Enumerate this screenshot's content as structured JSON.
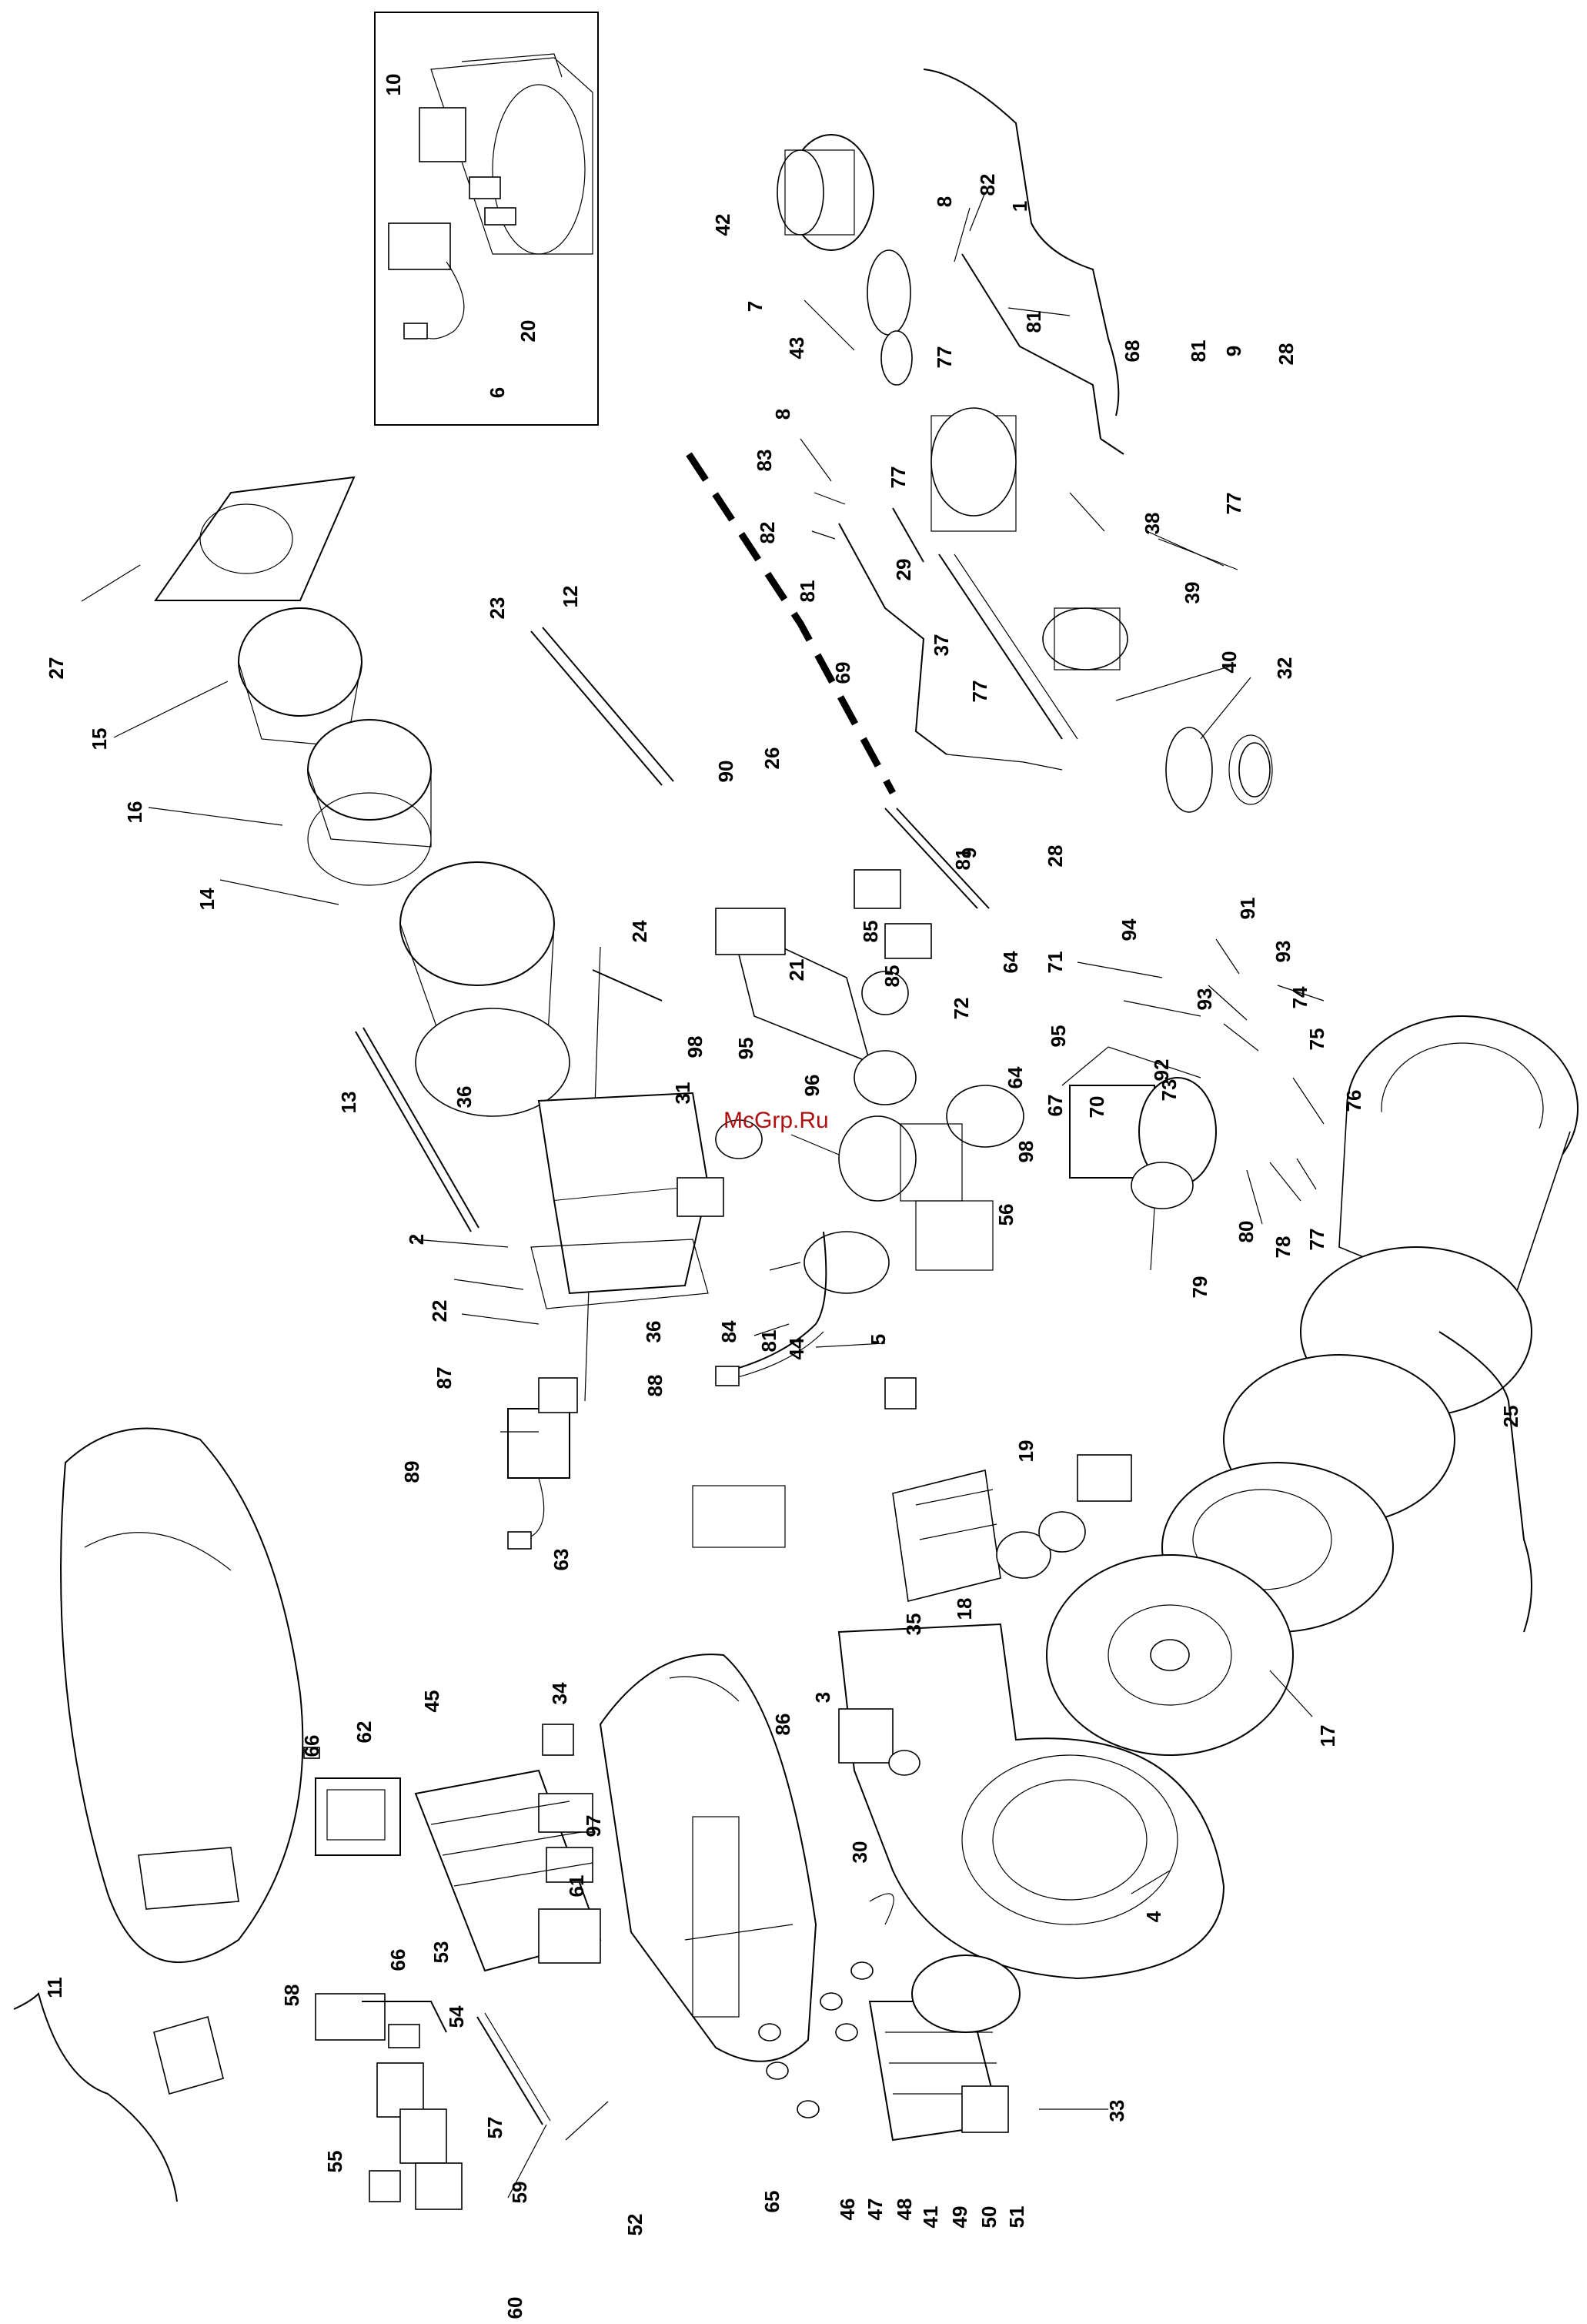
{
  "watermark": "McGrp.Ru",
  "labels": [
    {
      "id": "1",
      "text": "1"
    },
    {
      "id": "2",
      "text": "2"
    },
    {
      "id": "3",
      "text": "3"
    },
    {
      "id": "4",
      "text": "4"
    },
    {
      "id": "5",
      "text": "5"
    },
    {
      "id": "6",
      "text": "6"
    },
    {
      "id": "7",
      "text": "7"
    },
    {
      "id": "8a",
      "text": "8"
    },
    {
      "id": "8b",
      "text": "8"
    },
    {
      "id": "9a",
      "text": "9"
    },
    {
      "id": "9b",
      "text": "9"
    },
    {
      "id": "10",
      "text": "10"
    },
    {
      "id": "11",
      "text": "11"
    },
    {
      "id": "12",
      "text": "12"
    },
    {
      "id": "13",
      "text": "13"
    },
    {
      "id": "14",
      "text": "14"
    },
    {
      "id": "15",
      "text": "15"
    },
    {
      "id": "16",
      "text": "16"
    },
    {
      "id": "17",
      "text": "17"
    },
    {
      "id": "18",
      "text": "18"
    },
    {
      "id": "19",
      "text": "19"
    },
    {
      "id": "20",
      "text": "20"
    },
    {
      "id": "21",
      "text": "21"
    },
    {
      "id": "22",
      "text": "22"
    },
    {
      "id": "23",
      "text": "23"
    },
    {
      "id": "24",
      "text": "24"
    },
    {
      "id": "25",
      "text": "25"
    },
    {
      "id": "26",
      "text": "26"
    },
    {
      "id": "27",
      "text": "27"
    },
    {
      "id": "28a",
      "text": "28"
    },
    {
      "id": "28b",
      "text": "28"
    },
    {
      "id": "29",
      "text": "29"
    },
    {
      "id": "30",
      "text": "30"
    },
    {
      "id": "31",
      "text": "31"
    },
    {
      "id": "32",
      "text": "32"
    },
    {
      "id": "33",
      "text": "33"
    },
    {
      "id": "34",
      "text": "34"
    },
    {
      "id": "35",
      "text": "35"
    },
    {
      "id": "36a",
      "text": "36"
    },
    {
      "id": "36b",
      "text": "36"
    },
    {
      "id": "37",
      "text": "37"
    },
    {
      "id": "38",
      "text": "38"
    },
    {
      "id": "39",
      "text": "39"
    },
    {
      "id": "40",
      "text": "40"
    },
    {
      "id": "41",
      "text": "41"
    },
    {
      "id": "42",
      "text": "42"
    },
    {
      "id": "43",
      "text": "43"
    },
    {
      "id": "44",
      "text": "44"
    },
    {
      "id": "45",
      "text": "45"
    },
    {
      "id": "46",
      "text": "46"
    },
    {
      "id": "47",
      "text": "47"
    },
    {
      "id": "48",
      "text": "48"
    },
    {
      "id": "49",
      "text": "49"
    },
    {
      "id": "50",
      "text": "50"
    },
    {
      "id": "51",
      "text": "51"
    },
    {
      "id": "52",
      "text": "52"
    },
    {
      "id": "53",
      "text": "53"
    },
    {
      "id": "54",
      "text": "54"
    },
    {
      "id": "55",
      "text": "55"
    },
    {
      "id": "56",
      "text": "56"
    },
    {
      "id": "57",
      "text": "57"
    },
    {
      "id": "58",
      "text": "58"
    },
    {
      "id": "59",
      "text": "59"
    },
    {
      "id": "60",
      "text": "60"
    },
    {
      "id": "61",
      "text": "61"
    },
    {
      "id": "62",
      "text": "62"
    },
    {
      "id": "63",
      "text": "63"
    },
    {
      "id": "64a",
      "text": "64"
    },
    {
      "id": "64b",
      "text": "64"
    },
    {
      "id": "65",
      "text": "65"
    },
    {
      "id": "66a",
      "text": "66"
    },
    {
      "id": "66b",
      "text": "66"
    },
    {
      "id": "67",
      "text": "67"
    },
    {
      "id": "68",
      "text": "68"
    },
    {
      "id": "69",
      "text": "69"
    },
    {
      "id": "70",
      "text": "70"
    },
    {
      "id": "71",
      "text": "71"
    },
    {
      "id": "72",
      "text": "72"
    },
    {
      "id": "73",
      "text": "73"
    },
    {
      "id": "74",
      "text": "74"
    },
    {
      "id": "75",
      "text": "75"
    },
    {
      "id": "76",
      "text": "76"
    },
    {
      "id": "77a",
      "text": "77"
    },
    {
      "id": "77b",
      "text": "77"
    },
    {
      "id": "77c",
      "text": "77"
    },
    {
      "id": "77d",
      "text": "77"
    },
    {
      "id": "77e",
      "text": "77"
    },
    {
      "id": "78",
      "text": "78"
    },
    {
      "id": "79",
      "text": "79"
    },
    {
      "id": "80",
      "text": "80"
    },
    {
      "id": "81a",
      "text": "81"
    },
    {
      "id": "81b",
      "text": "81"
    },
    {
      "id": "81c",
      "text": "81"
    },
    {
      "id": "81d",
      "text": "81"
    },
    {
      "id": "81e",
      "text": "81"
    },
    {
      "id": "82a",
      "text": "82"
    },
    {
      "id": "82b",
      "text": "82"
    },
    {
      "id": "83",
      "text": "83"
    },
    {
      "id": "84",
      "text": "84"
    },
    {
      "id": "85a",
      "text": "85"
    },
    {
      "id": "85b",
      "text": "85"
    },
    {
      "id": "86",
      "text": "86"
    },
    {
      "id": "87",
      "text": "87"
    },
    {
      "id": "88",
      "text": "88"
    },
    {
      "id": "89",
      "text": "89"
    },
    {
      "id": "90",
      "text": "90"
    },
    {
      "id": "91",
      "text": "91"
    },
    {
      "id": "92",
      "text": "92"
    },
    {
      "id": "93a",
      "text": "93"
    },
    {
      "id": "93b",
      "text": "93"
    },
    {
      "id": "94",
      "text": "94"
    },
    {
      "id": "95a",
      "text": "95"
    },
    {
      "id": "95b",
      "text": "95"
    },
    {
      "id": "96",
      "text": "96"
    },
    {
      "id": "97",
      "text": "97"
    },
    {
      "id": "98a",
      "text": "98"
    },
    {
      "id": "98b",
      "text": "98"
    }
  ]
}
